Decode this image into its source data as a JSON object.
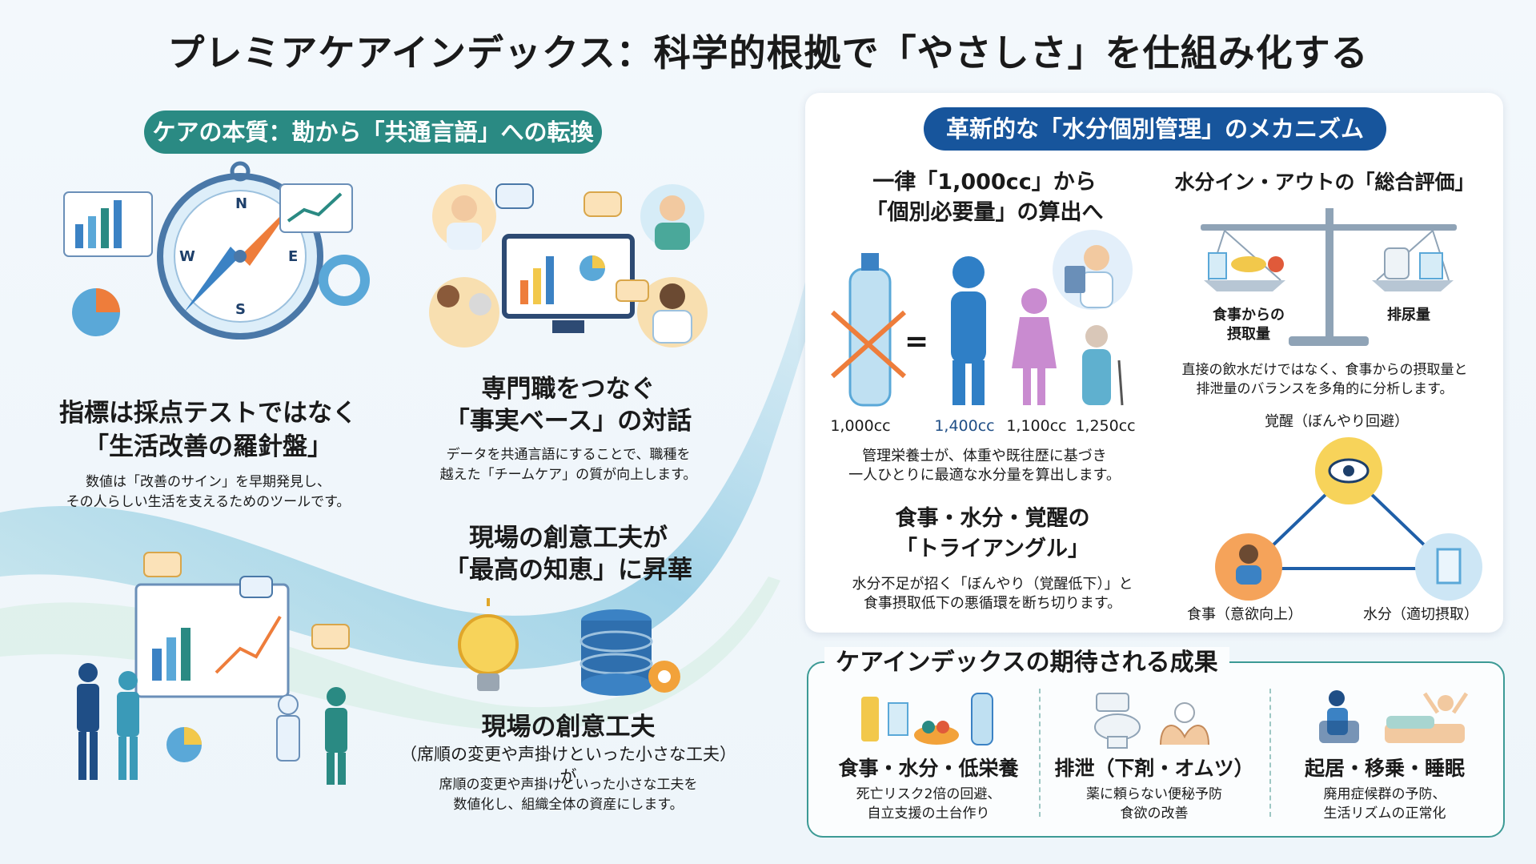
{
  "title": "プレミアケアインデックス：科学的根拠で「やさしさ」を仕組み化する",
  "left": {
    "pill": "ケアの本質：勘から「共通言語」への転換",
    "compass_letters": [
      "N",
      "E",
      "S",
      "W"
    ],
    "block1": {
      "title_l1": "指標は採点テストではなく",
      "title_l2": "「生活改善の羅針盤」",
      "body_l1": "数値は「改善のサイン」を早期発見し、",
      "body_l2": "その人らしい生活を支えるためのツールです。"
    },
    "block2": {
      "title_l1": "専門職をつなぐ",
      "title_l2": "「事実ベース」の対話",
      "body_l1": "データを共通言語にすることで、職種を",
      "body_l2": "越えた「チームケア」の質が向上します。"
    },
    "block3": {
      "title_l1": "現場の創意工夫が",
      "title_l2": "「最高の知恵」に昇華"
    },
    "block4": {
      "title": "現場の創意工夫",
      "subtitle": "（席順の変更や声掛けといった小さな工夫）が",
      "body_l1": "席順の変更や声掛けといった小さな工夫を",
      "body_l2": "数値化し、組織全体の資産にします。"
    }
  },
  "right": {
    "pill": "革新的な「水分個別管理」のメカニズム",
    "calc": {
      "title_l1": "一律「1,000cc」から",
      "title_l2": "「個別必要量」の算出へ",
      "bottle_label": "1,000cc",
      "equals": "=",
      "people": [
        {
          "label": "1,400cc",
          "color": "#2f7fc6"
        },
        {
          "label": "1,100cc",
          "color": "#c98bd0"
        },
        {
          "label": "1,250cc",
          "color": "#5fb0cf"
        }
      ],
      "body_l1": "管理栄養士が、体重や既往歴に基づき",
      "body_l2": "一人ひとりに最適な水分量を算出します。"
    },
    "balance": {
      "title": "水分イン・アウトの「総合評価」",
      "left_label_l1": "食事からの",
      "left_label_l2": "摂取量",
      "right_label": "排尿量",
      "body_l1": "直接の飲水だけではなく、食事からの摂取量と",
      "body_l2": "排泄量のバランスを多角的に分析します。"
    },
    "triangle": {
      "title_l1": "食事・水分・覚醒の",
      "title_l2": "「トライアングル」",
      "top_label": "覚醒（ぼんやり回避）",
      "left_label": "食事（意欲向上）",
      "right_label": "水分（適切摂取）",
      "body_l1": "水分不足が招く「ぼんやり（覚醒低下）」と",
      "body_l2": "食事摂取低下の悪循環を断ち切ります。"
    }
  },
  "outcomes": {
    "title": "ケアインデックスの期待される成果",
    "items": [
      {
        "title": "食事・水分・低栄養",
        "body_l1": "死亡リスク2倍の回避、",
        "body_l2": "自立支援の土台作り"
      },
      {
        "title": "排泄（下剤・オムツ）",
        "body_l1": "薬に頼らない便秘予防",
        "body_l2": "食欲の改善"
      },
      {
        "title": "起居・移乗・睡眠",
        "body_l1": "廃用症候群の予防、",
        "body_l2": "生活リズムの正常化"
      }
    ]
  },
  "colors": {
    "teal": "#2a8a83",
    "navy": "#17559c",
    "orange": "#ee7d3b",
    "yellow": "#f2c84b",
    "blue": "#3b82c4"
  }
}
